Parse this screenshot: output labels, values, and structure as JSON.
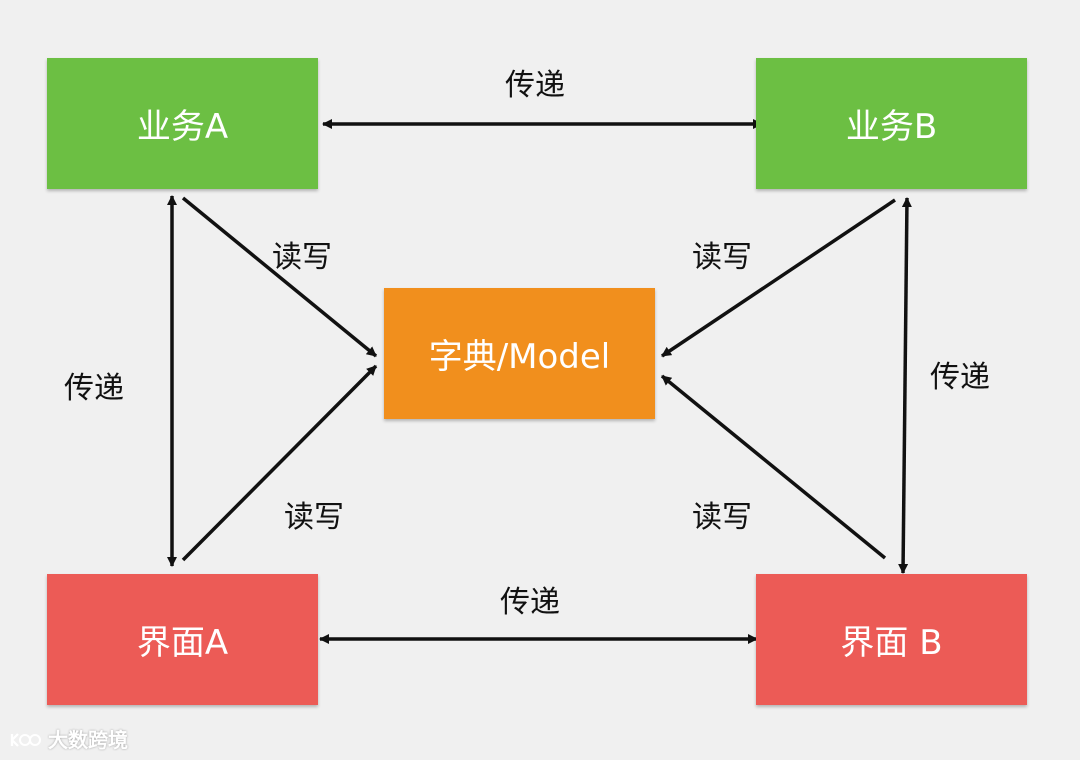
{
  "boxes": {
    "biz_a": "业务A",
    "biz_b": "业务B",
    "ui_a": "界面A",
    "ui_b": "界面 B",
    "model": "字典/Model"
  },
  "labels": {
    "transfer_top": "传递",
    "transfer_bottom": "传递",
    "transfer_left": "传递",
    "transfer_right": "传递",
    "rw_top_left": "读写",
    "rw_top_right": "读写",
    "rw_bottom_left": "读写",
    "rw_bottom_right": "读写"
  },
  "watermark": {
    "text": "大数跨境"
  },
  "colors": {
    "business": "#6cbf43",
    "interface": "#ec5b56",
    "model": "#f18f1d",
    "arrow": "#111111",
    "background": "#f0f0f0"
  }
}
